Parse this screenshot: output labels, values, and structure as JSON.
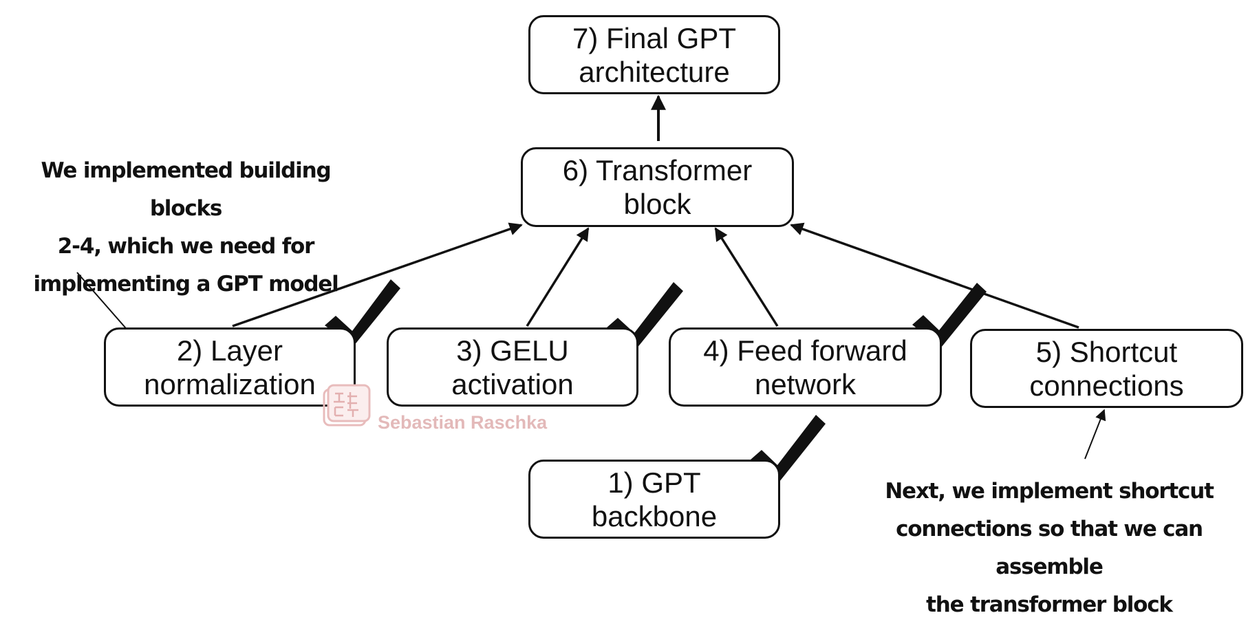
{
  "boxes": {
    "gpt_backbone": "1) GPT\nbackbone",
    "layer_norm": "2) Layer\nnormalization",
    "gelu": "3) GELU\nactivation",
    "feed_forward": "4) Feed forward\nnetwork",
    "shortcut": "5) Shortcut\nconnections",
    "transformer_block": "6) Transformer\nblock",
    "final_gpt": "7) Final GPT\narchitecture"
  },
  "notes": {
    "implemented": "We implemented building blocks\n2-4, which we need for\nimplementing a GPT model",
    "next": "Next, we implement shortcut\nconnections so that we can assemble\nthe transformer block"
  },
  "watermark": "Sebastian Raschka",
  "colors": {
    "stroke": "#111111",
    "watermark": "#e3b9b9"
  },
  "icons": [
    "checkmark-icon",
    "arrow-icon",
    "seal-icon"
  ]
}
